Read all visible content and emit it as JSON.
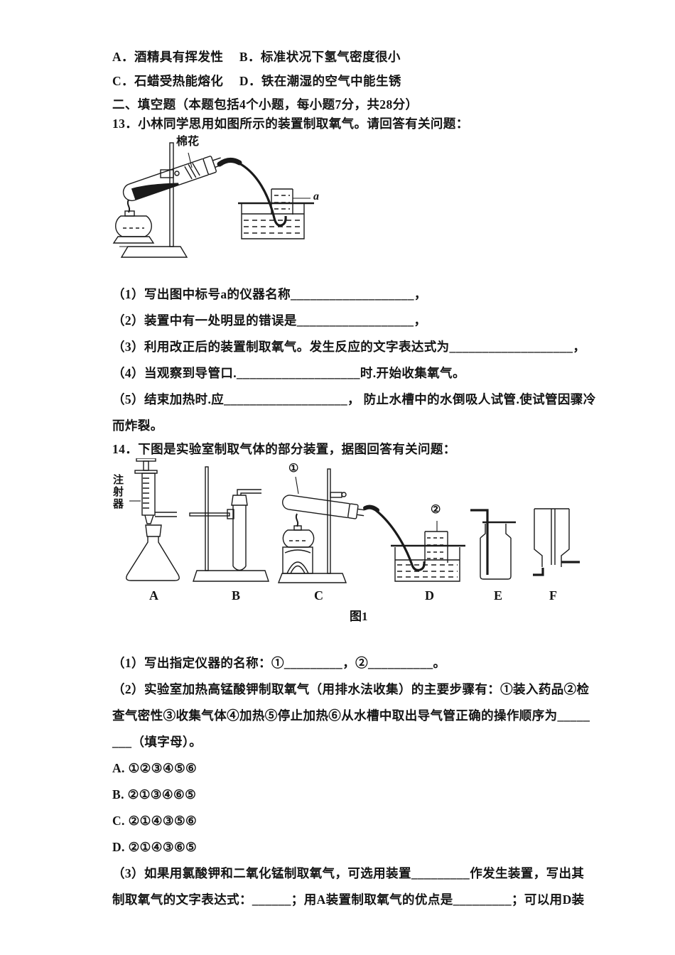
{
  "doc": {
    "prev_options": {
      "line_ab": "A．酒精具有挥发性　 B．标准状况下氢气密度很小",
      "line_cd": "C．石蜡受热能熔化　 D．铁在潮湿的空气中能生锈"
    },
    "section_header": "二、填空题（本题包括4个小题，每小题7分，共28分）",
    "q13": {
      "stem": "13．小林同学思用如图所示的装置制取氧气。请回答有关问题：",
      "figure1": {
        "cotton_label": "棉花",
        "a_label": "a"
      },
      "parts": [
        "（1）写出图中标号a的仪器名称___________________，",
        "（2）装置中有一处明显的错误是__________________，",
        "（3）利用改正后的装置制取氧气。发生反应的文字表达式为___________________，",
        "（4）当观察到导管口.___________________时.开始收集氧气。",
        "（5）结束加热时.应___________________， 防止水槽中的水倒吸人试管.使试管因骤冷",
        "而炸裂。"
      ]
    },
    "q14": {
      "stem": "14．下图是实验室制取气体的部分装置，据图回答有关问题：",
      "figure2": {
        "syringe_label": "注射器",
        "circle1": "①",
        "circle2": "②",
        "apparatus_labels": [
          "A",
          "B",
          "C",
          "D",
          "E",
          "F"
        ],
        "caption": "图1"
      },
      "part1": "（1）写出指定仪器的名称：①_________，②__________。",
      "part2_lines": [
        "（2）实验室加热高锰酸钾制取氧气（用排水法收集）的主要步骤有：①装入药品②检",
        "查气密性③收集气体④加热⑤停止加热⑥从水槽中取出导气管正确的操作顺序为_____",
        "___（填字母）。"
      ],
      "choices": [
        "A. ①②③④⑤⑥",
        "B. ②①③④⑥⑤",
        "C. ②①④③⑤⑥",
        "D. ②①④③⑥⑤"
      ],
      "part3_lines": [
        "（3）如果用氯酸钾和二氧化锰制取氧气，可选用装置_________作发生装置，写出其",
        "制取氧气的文字表达式：______；用A装置制取氧气的优点是_________；可以用D装"
      ]
    }
  }
}
